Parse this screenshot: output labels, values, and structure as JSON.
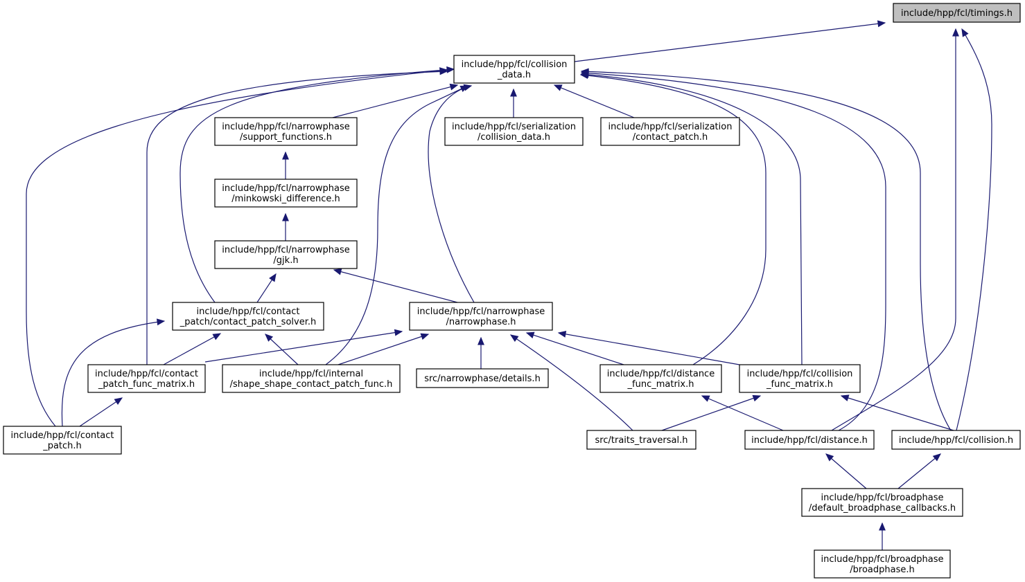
{
  "diagram": {
    "nodes": [
      {
        "id": "timings",
        "lines": [
          "include/hpp/fcl/timings.h"
        ],
        "root": true
      },
      {
        "id": "collision_data",
        "lines": [
          "include/hpp/fcl/collision",
          "_data.h"
        ]
      },
      {
        "id": "support_functions",
        "lines": [
          "include/hpp/fcl/narrowphase",
          "/support_functions.h"
        ]
      },
      {
        "id": "ser_collision_data",
        "lines": [
          "include/hpp/fcl/serialization",
          "/collision_data.h"
        ]
      },
      {
        "id": "ser_contact_patch",
        "lines": [
          "include/hpp/fcl/serialization",
          "/contact_patch.h"
        ]
      },
      {
        "id": "minkowski",
        "lines": [
          "include/hpp/fcl/narrowphase",
          "/minkowski_difference.h"
        ]
      },
      {
        "id": "gjk",
        "lines": [
          "include/hpp/fcl/narrowphase",
          "/gjk.h"
        ]
      },
      {
        "id": "cp_solver",
        "lines": [
          "include/hpp/fcl/contact",
          "_patch/contact_patch_solver.h"
        ]
      },
      {
        "id": "narrowphase",
        "lines": [
          "include/hpp/fcl/narrowphase",
          "/narrowphase.h"
        ]
      },
      {
        "id": "cp_func_matrix",
        "lines": [
          "include/hpp/fcl/contact",
          "_patch_func_matrix.h"
        ]
      },
      {
        "id": "shape_shape_cp",
        "lines": [
          "include/hpp/fcl/internal",
          "/shape_shape_contact_patch_func.h"
        ]
      },
      {
        "id": "details",
        "lines": [
          "src/narrowphase/details.h"
        ]
      },
      {
        "id": "dist_func_matrix",
        "lines": [
          "include/hpp/fcl/distance",
          "_func_matrix.h"
        ]
      },
      {
        "id": "coll_func_matrix",
        "lines": [
          "include/hpp/fcl/collision",
          "_func_matrix.h"
        ]
      },
      {
        "id": "contact_patch",
        "lines": [
          "include/hpp/fcl/contact",
          "_patch.h"
        ]
      },
      {
        "id": "traits_traversal",
        "lines": [
          "src/traits_traversal.h"
        ]
      },
      {
        "id": "distance",
        "lines": [
          "include/hpp/fcl/distance.h"
        ]
      },
      {
        "id": "collision",
        "lines": [
          "include/hpp/fcl/collision.h"
        ]
      },
      {
        "id": "default_bp_callbacks",
        "lines": [
          "include/hpp/fcl/broadphase",
          "/default_broadphase_callbacks.h"
        ]
      },
      {
        "id": "broadphase",
        "lines": [
          "include/hpp/fcl/broadphase",
          "/broadphase.h"
        ]
      }
    ],
    "edges": [
      {
        "from": "collision_data",
        "to": "timings"
      },
      {
        "from": "distance",
        "to": "timings"
      },
      {
        "from": "collision",
        "to": "timings"
      },
      {
        "from": "support_functions",
        "to": "collision_data"
      },
      {
        "from": "ser_collision_data",
        "to": "collision_data"
      },
      {
        "from": "ser_contact_patch",
        "to": "collision_data"
      },
      {
        "from": "cp_solver",
        "to": "collision_data"
      },
      {
        "from": "narrowphase",
        "to": "collision_data"
      },
      {
        "from": "cp_func_matrix",
        "to": "collision_data"
      },
      {
        "from": "shape_shape_cp",
        "to": "collision_data"
      },
      {
        "from": "contact_patch",
        "to": "collision_data"
      },
      {
        "from": "dist_func_matrix",
        "to": "collision_data"
      },
      {
        "from": "coll_func_matrix",
        "to": "collision_data"
      },
      {
        "from": "distance",
        "to": "collision_data"
      },
      {
        "from": "collision",
        "to": "collision_data"
      },
      {
        "from": "minkowski",
        "to": "support_functions"
      },
      {
        "from": "gjk",
        "to": "minkowski"
      },
      {
        "from": "cp_solver",
        "to": "gjk"
      },
      {
        "from": "narrowphase",
        "to": "gjk"
      },
      {
        "from": "cp_func_matrix",
        "to": "cp_solver"
      },
      {
        "from": "shape_shape_cp",
        "to": "cp_solver"
      },
      {
        "from": "contact_patch",
        "to": "cp_solver"
      },
      {
        "from": "cp_func_matrix",
        "to": "narrowphase"
      },
      {
        "from": "shape_shape_cp",
        "to": "narrowphase"
      },
      {
        "from": "details",
        "to": "narrowphase"
      },
      {
        "from": "dist_func_matrix",
        "to": "narrowphase"
      },
      {
        "from": "coll_func_matrix",
        "to": "narrowphase"
      },
      {
        "from": "traits_traversal",
        "to": "narrowphase"
      },
      {
        "from": "contact_patch",
        "to": "cp_func_matrix"
      },
      {
        "from": "traits_traversal",
        "to": "coll_func_matrix"
      },
      {
        "from": "distance",
        "to": "dist_func_matrix"
      },
      {
        "from": "collision",
        "to": "coll_func_matrix"
      },
      {
        "from": "default_bp_callbacks",
        "to": "distance"
      },
      {
        "from": "default_bp_callbacks",
        "to": "collision"
      },
      {
        "from": "broadphase",
        "to": "default_bp_callbacks"
      }
    ]
  }
}
